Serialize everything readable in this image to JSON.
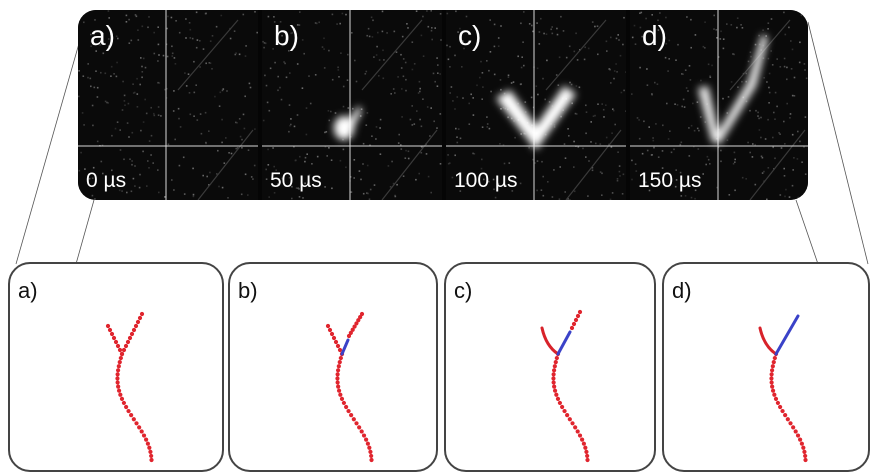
{
  "caption_fragment": "",
  "photo_frames": [
    {
      "label": "a)",
      "time": "0 µs",
      "glow": "none"
    },
    {
      "label": "b)",
      "time": "50 µs",
      "glow": "small"
    },
    {
      "label": "c)",
      "time": "100 µs",
      "glow": "large"
    },
    {
      "label": "d)",
      "time": "150 µs",
      "glow": "arms"
    }
  ],
  "sketch_panels": [
    {
      "label": "a)",
      "red_line": false,
      "blue_line": "none"
    },
    {
      "label": "b)",
      "red_line": false,
      "blue_line": "short"
    },
    {
      "label": "c)",
      "red_line": true,
      "blue_line": "medium"
    },
    {
      "label": "d)",
      "red_line": true,
      "blue_line": "long"
    }
  ],
  "colors": {
    "dot": "#e0252e",
    "red_line": "#d8222a",
    "blue_line": "#3a42c8",
    "crosshair": "#d8d8d8",
    "panel_border": "#444444"
  }
}
